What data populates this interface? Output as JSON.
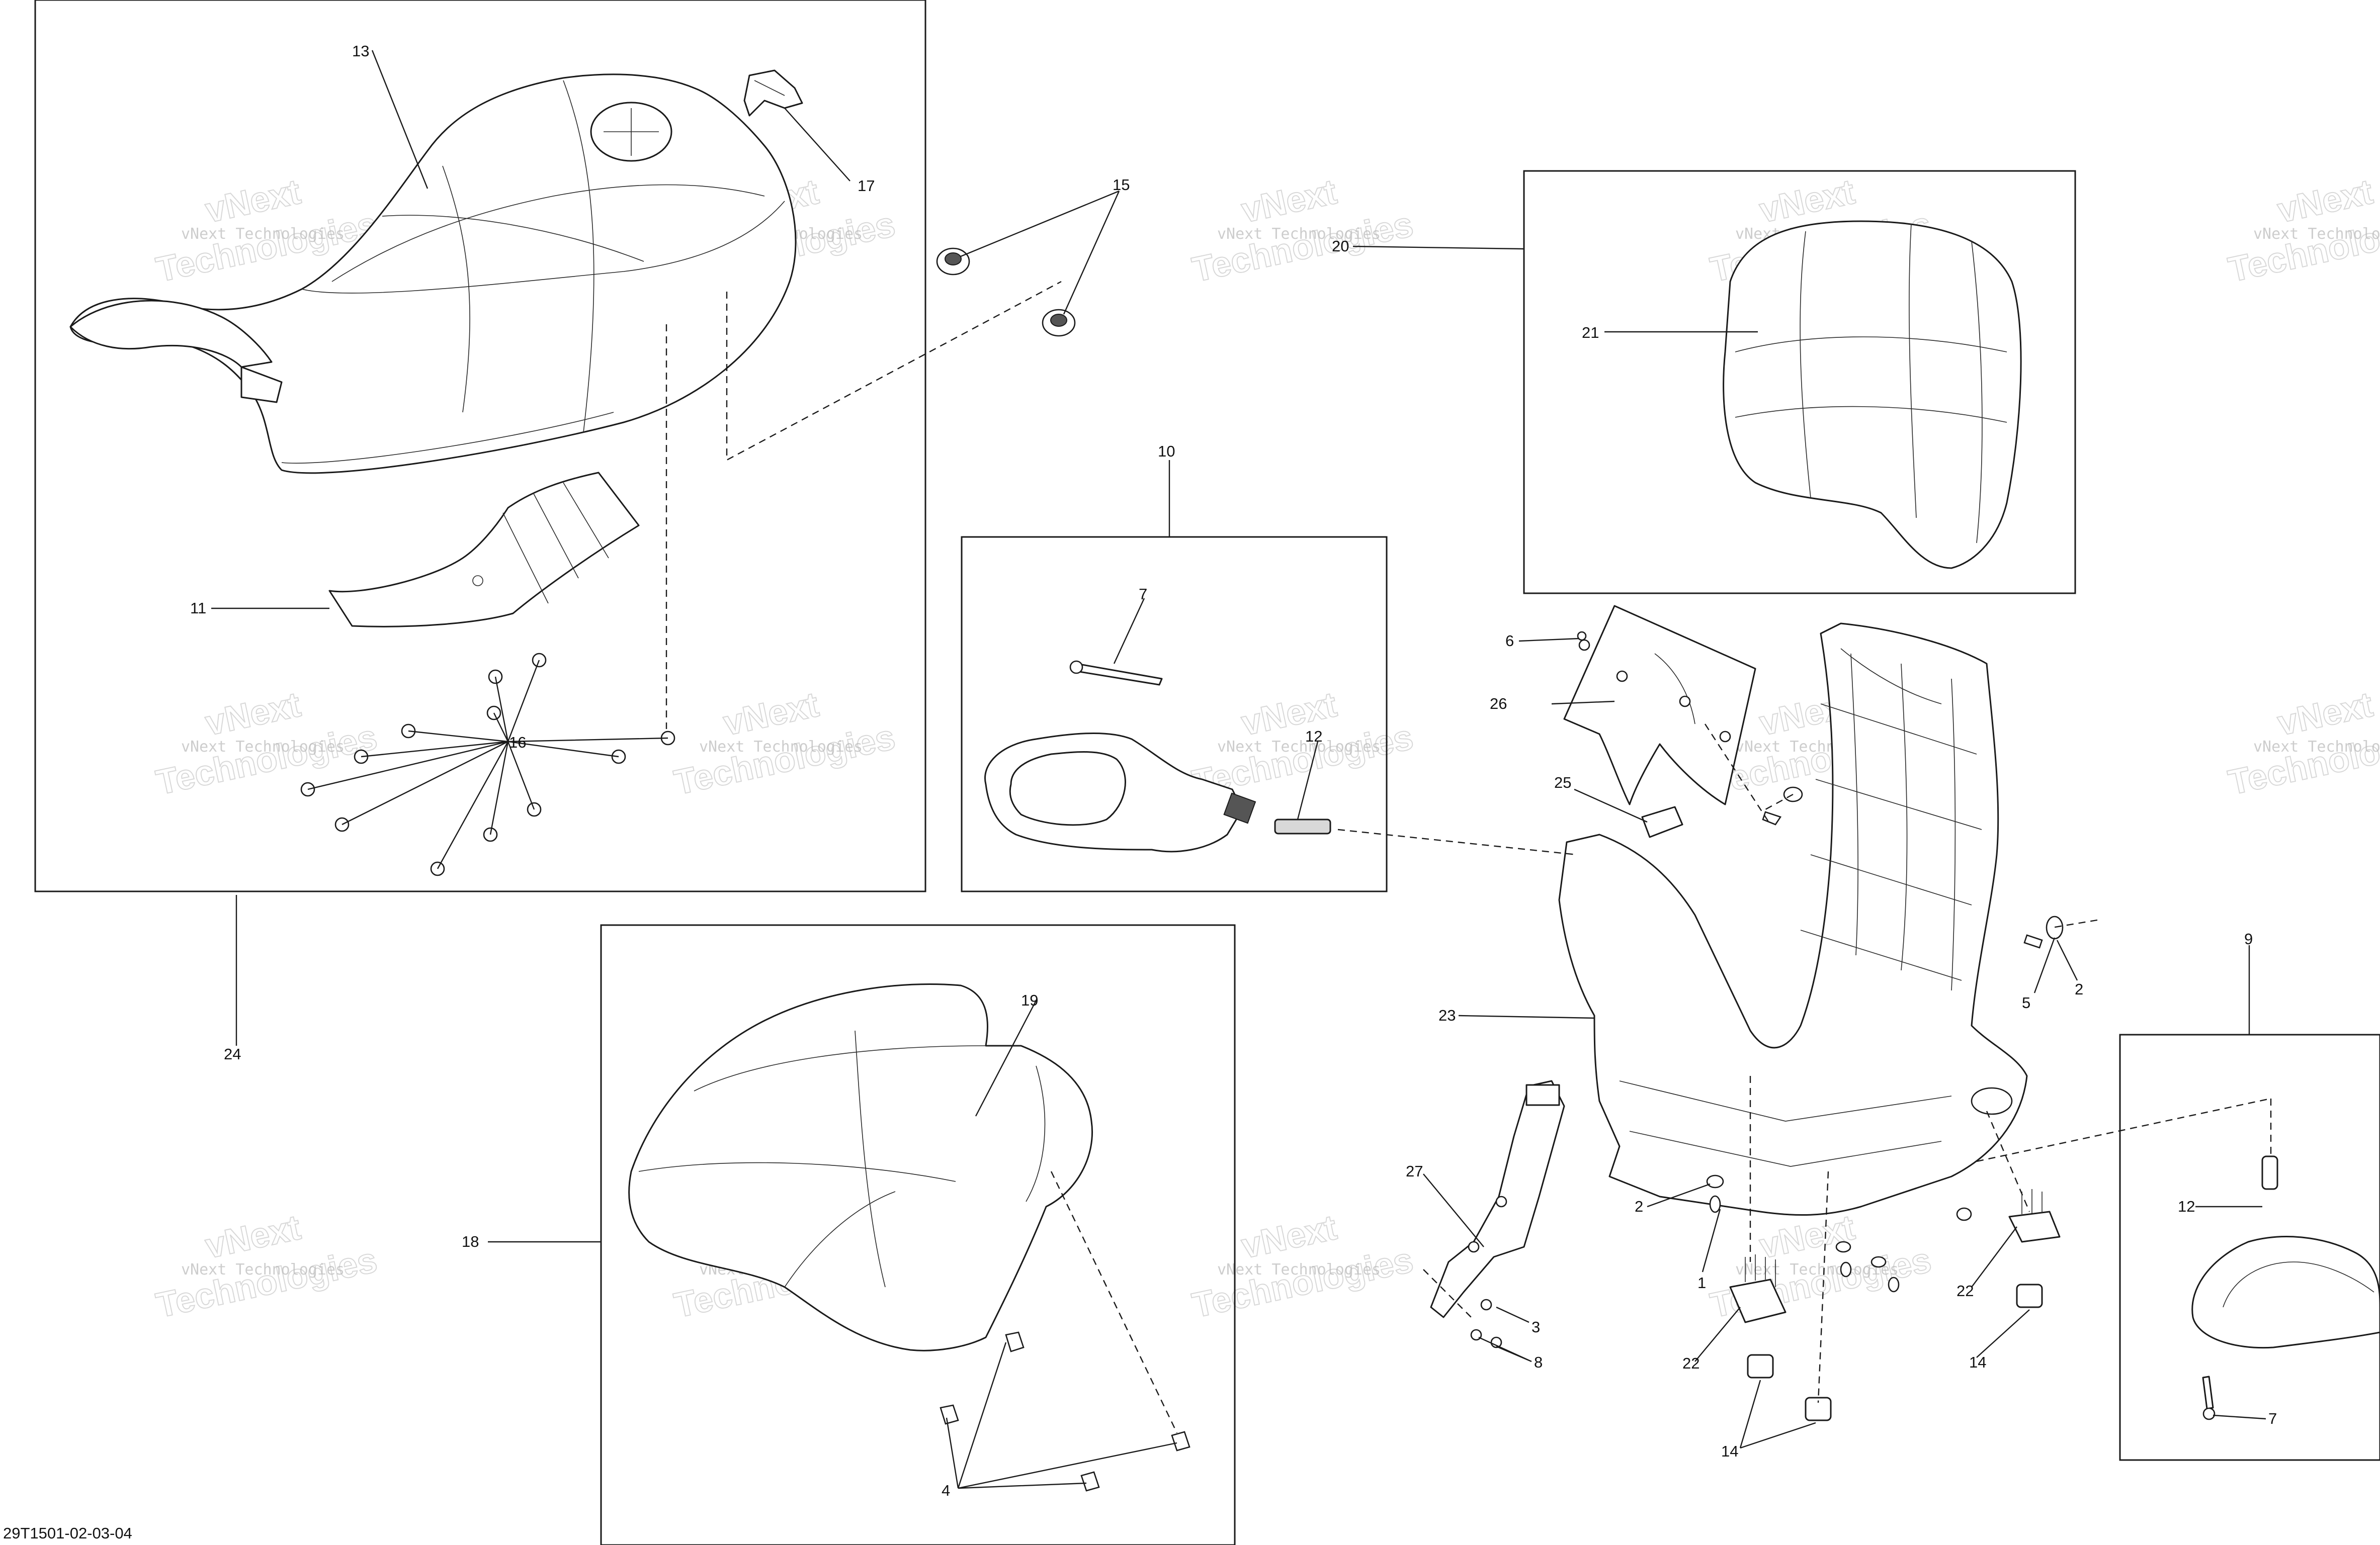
{
  "diagram_code": "29T1501-02-03-04",
  "watermark": {
    "line1": "vNext Technologies",
    "stamp_top": "vNext",
    "stamp_bottom": "Technologies"
  },
  "callouts": {
    "c1": "1",
    "c2a": "2",
    "c2b": "2",
    "c3": "3",
    "c4": "4",
    "c5": "5",
    "c6": "6",
    "c7a": "7",
    "c7b": "7",
    "c8": "8",
    "c9": "9",
    "c10": "10",
    "c11": "11",
    "c12a": "12",
    "c12b": "12",
    "c13": "13",
    "c14a": "14",
    "c14b": "14",
    "c15": "15",
    "c16": "16",
    "c17": "17",
    "c18": "18",
    "c19": "19",
    "c20": "20",
    "c21": "21",
    "c22a": "22",
    "c22b": "22",
    "c23": "23",
    "c24": "24",
    "c25": "25",
    "c26": "26",
    "c27": "27"
  }
}
